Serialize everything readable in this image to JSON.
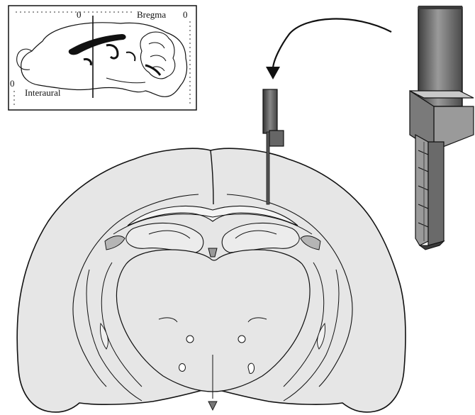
{
  "inset": {
    "bregma_label": "Bregma",
    "bregma_zero": "0",
    "top_zero": "0",
    "interaural_label": "Interaural",
    "interaural_zero": "0"
  },
  "colors": {
    "tissue": "#e6e6e6",
    "outline": "#1a1a1a",
    "tool_dark": "#5c5c5c",
    "tool_mid": "#8a8a8a",
    "tool_light": "#c8c8c8"
  }
}
